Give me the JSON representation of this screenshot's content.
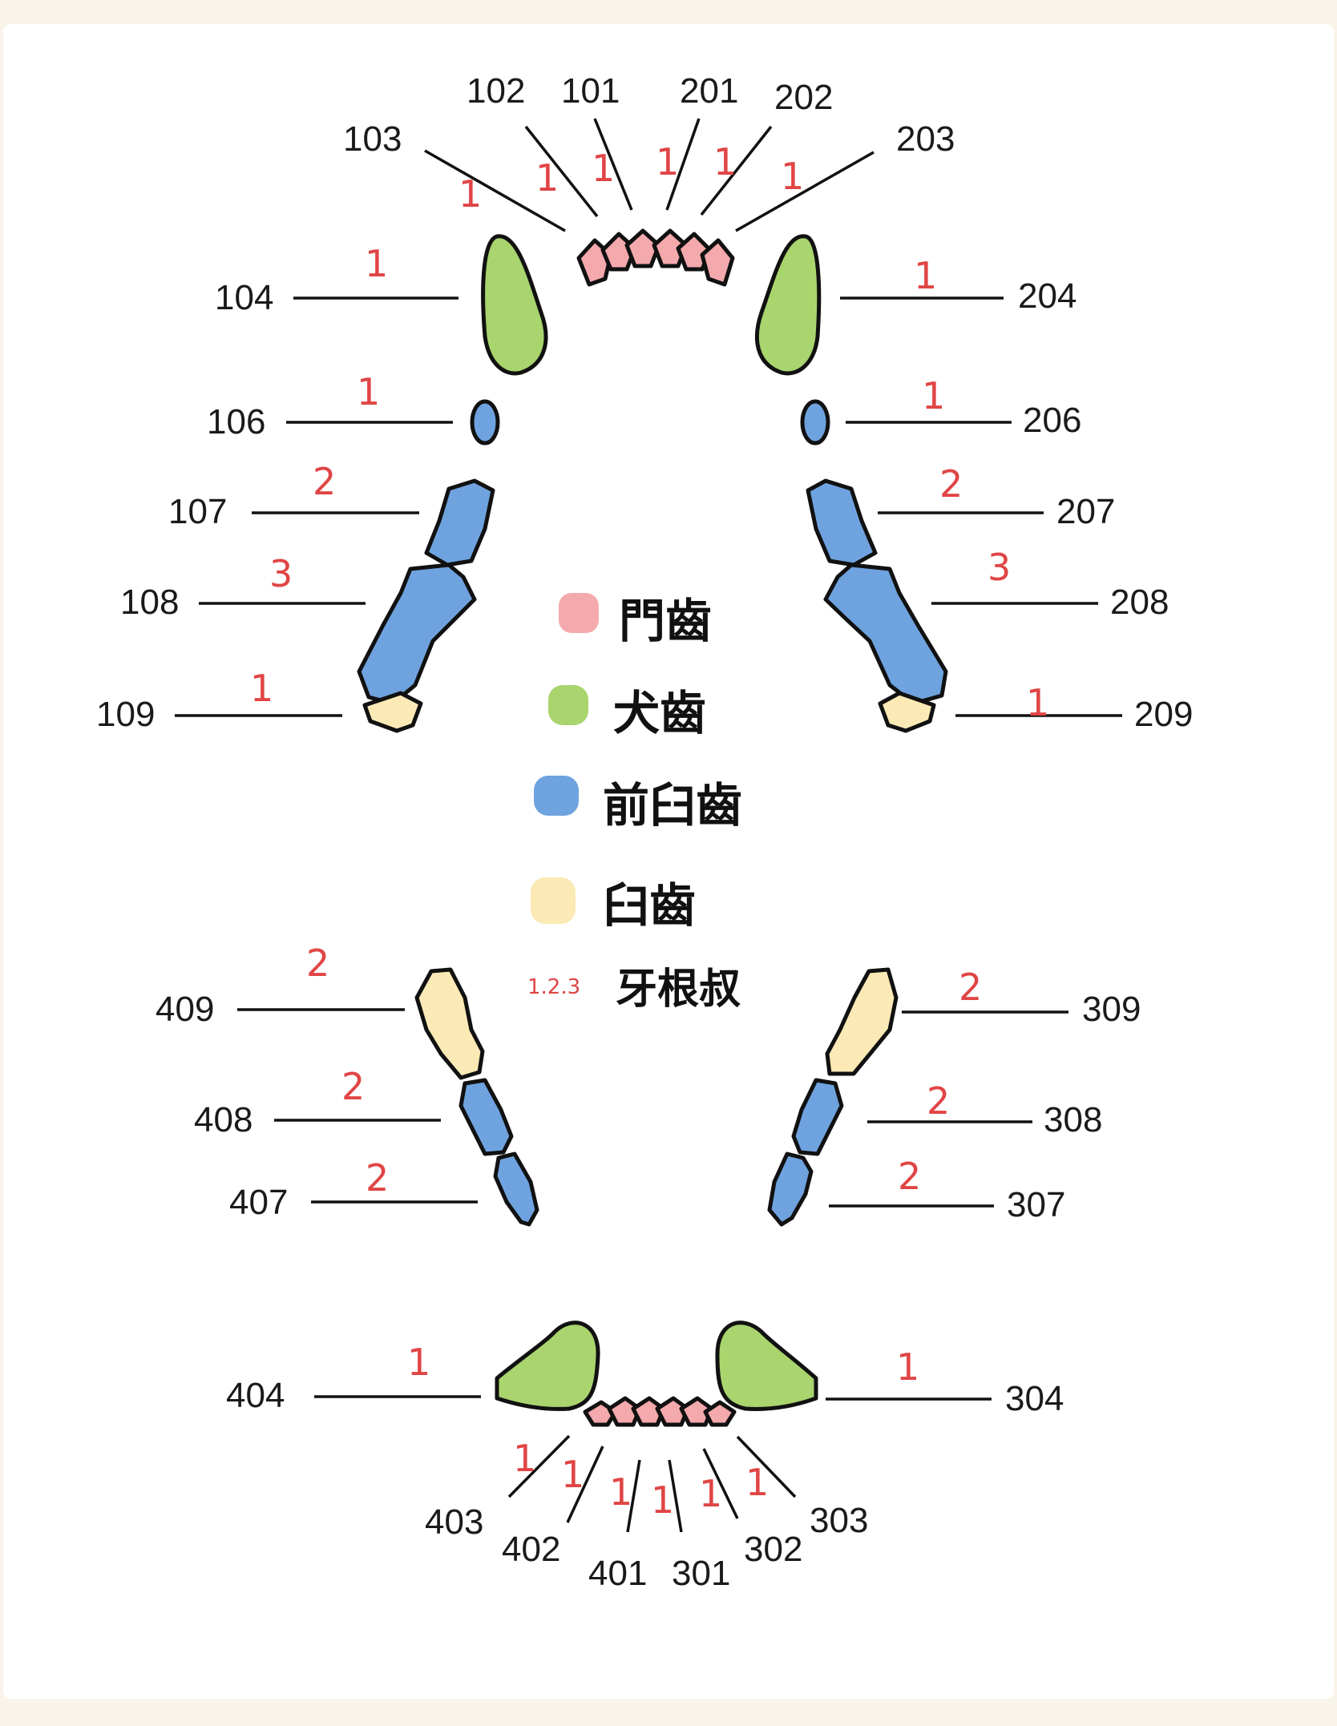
{
  "colors": {
    "incisor": "#f4a9ad",
    "canine": "#a9d46e",
    "premolar": "#6fa3df",
    "molar": "#fbeab5",
    "root_label": "#e04545"
  },
  "legend": [
    {
      "key": "incisor",
      "label": "門齒"
    },
    {
      "key": "canine",
      "label": "犬齒"
    },
    {
      "key": "premolar",
      "label": "前臼齒"
    },
    {
      "key": "molar",
      "label": "臼齒"
    },
    {
      "key": "root_count",
      "symbol": "1.2.3",
      "label": "牙根叔"
    }
  ],
  "teeth": [
    {
      "number": "101",
      "type": "incisor",
      "roots": "1"
    },
    {
      "number": "102",
      "type": "incisor",
      "roots": "1"
    },
    {
      "number": "103",
      "type": "incisor",
      "roots": "1"
    },
    {
      "number": "104",
      "type": "canine",
      "roots": "1"
    },
    {
      "number": "106",
      "type": "premolar",
      "roots": "1"
    },
    {
      "number": "107",
      "type": "premolar",
      "roots": "2"
    },
    {
      "number": "108",
      "type": "premolar",
      "roots": "3"
    },
    {
      "number": "109",
      "type": "molar",
      "roots": "1"
    },
    {
      "number": "201",
      "type": "incisor",
      "roots": "1"
    },
    {
      "number": "202",
      "type": "incisor",
      "roots": "1"
    },
    {
      "number": "203",
      "type": "incisor",
      "roots": "1"
    },
    {
      "number": "204",
      "type": "canine",
      "roots": "1"
    },
    {
      "number": "206",
      "type": "premolar",
      "roots": "1"
    },
    {
      "number": "207",
      "type": "premolar",
      "roots": "2"
    },
    {
      "number": "208",
      "type": "premolar",
      "roots": "3"
    },
    {
      "number": "209",
      "type": "molar",
      "roots": "1"
    },
    {
      "number": "301",
      "type": "incisor",
      "roots": "1"
    },
    {
      "number": "302",
      "type": "incisor",
      "roots": "1"
    },
    {
      "number": "303",
      "type": "incisor",
      "roots": "1"
    },
    {
      "number": "304",
      "type": "canine",
      "roots": "1"
    },
    {
      "number": "307",
      "type": "premolar",
      "roots": "2"
    },
    {
      "number": "308",
      "type": "premolar",
      "roots": "2"
    },
    {
      "number": "309",
      "type": "molar",
      "roots": "2"
    },
    {
      "number": "401",
      "type": "incisor",
      "roots": "1"
    },
    {
      "number": "402",
      "type": "incisor",
      "roots": "1"
    },
    {
      "number": "403",
      "type": "incisor",
      "roots": "1"
    },
    {
      "number": "404",
      "type": "canine",
      "roots": "1"
    },
    {
      "number": "407",
      "type": "premolar",
      "roots": "2"
    },
    {
      "number": "408",
      "type": "premolar",
      "roots": "2"
    },
    {
      "number": "409",
      "type": "molar",
      "roots": "2"
    }
  ]
}
